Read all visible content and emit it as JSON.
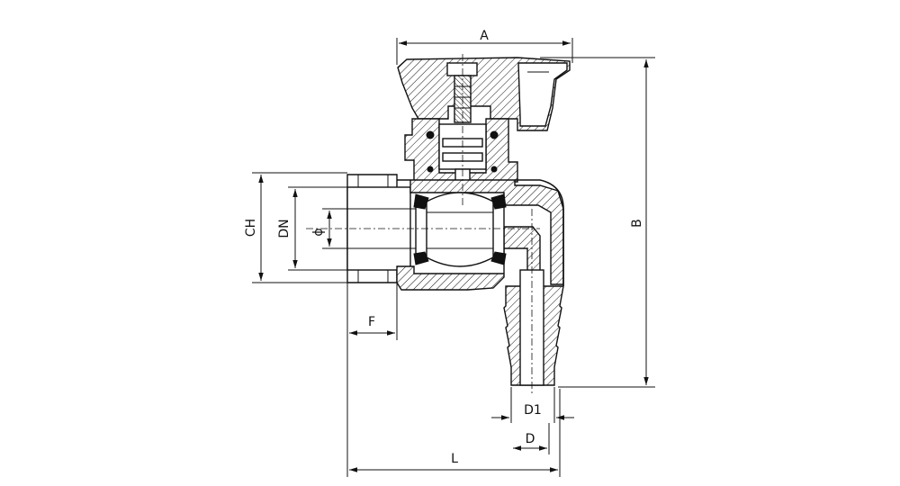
{
  "diagram": {
    "dimensions": {
      "A": "A",
      "B": "B",
      "CH": "CH",
      "DN": "DN",
      "phi": "ϕ",
      "F": "F",
      "L": "L",
      "D1": "D1",
      "D": "D"
    }
  }
}
